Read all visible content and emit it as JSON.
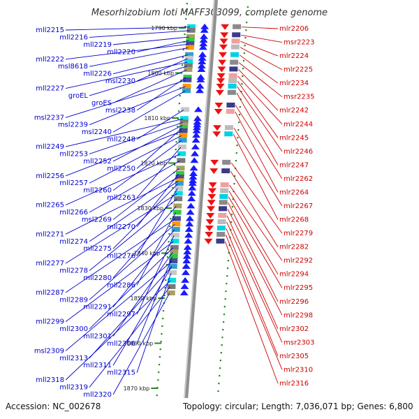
{
  "title": "Mesorhizobium loti MAFF303099, complete genome",
  "footer": {
    "accession": "Accession: NC_002678",
    "topology": "Topology: circular; Length: 7,036,071 bp; Genes: 6,800"
  },
  "colors": {
    "left_label": "#0000cc",
    "right_label": "#cc0000",
    "axis": "#909090",
    "tick": "#228b22"
  },
  "kbp_marks": [
    {
      "label": "1790 kbp",
      "kbp": 1790
    },
    {
      "label": "1800 kbp",
      "kbp": 1800
    },
    {
      "label": "1810 kbp",
      "kbp": 1810
    },
    {
      "label": "1820 kbp",
      "kbp": 1820
    },
    {
      "label": "1830 kbp",
      "kbp": 1830
    },
    {
      "label": "1840 kbp",
      "kbp": 1840
    },
    {
      "label": "1850 kbp",
      "kbp": 1850
    },
    {
      "label": "1860 kbp",
      "kbp": 1860
    },
    {
      "label": "1870 kbp",
      "kbp": 1870
    }
  ],
  "left_genes": [
    {
      "name": "mll2215",
      "kbp": 1789.8
    },
    {
      "name": "mll2216",
      "kbp": 1790.6
    },
    {
      "name": "mll2219",
      "kbp": 1792.0
    },
    {
      "name": "mll2220",
      "kbp": 1792.8
    },
    {
      "name": "mll2222",
      "kbp": 1793.6
    },
    {
      "name": "msl8618",
      "kbp": 1794.4
    },
    {
      "name": "mll2226",
      "kbp": 1796.0
    },
    {
      "name": "msl2230",
      "kbp": 1796.8
    },
    {
      "name": "mll2227",
      "kbp": 1797.6
    },
    {
      "name": "groEL",
      "kbp": 1798.5
    },
    {
      "name": "groES",
      "kbp": 1799.3
    },
    {
      "name": "msl2238",
      "kbp": 1801.0
    },
    {
      "name": "msl2237",
      "kbp": 1801.6
    },
    {
      "name": "msl2239",
      "kbp": 1803.0
    },
    {
      "name": "msl2240",
      "kbp": 1804.0
    },
    {
      "name": "mll2248",
      "kbp": 1808.2
    },
    {
      "name": "mll2249",
      "kbp": 1810.2
    },
    {
      "name": "mll2253",
      "kbp": 1811.0
    },
    {
      "name": "mll2252",
      "kbp": 1811.6
    },
    {
      "name": "mll2250",
      "kbp": 1812.2
    },
    {
      "name": "mll2256",
      "kbp": 1812.9
    },
    {
      "name": "mll2257",
      "kbp": 1813.9
    },
    {
      "name": "mll2260",
      "kbp": 1815.0
    },
    {
      "name": "mll2263",
      "kbp": 1816.5
    },
    {
      "name": "mll2265",
      "kbp": 1818.0
    },
    {
      "name": "mll2266",
      "kbp": 1819.5
    },
    {
      "name": "msl2269",
      "kbp": 1821.2
    },
    {
      "name": "mll2270",
      "kbp": 1822.4
    },
    {
      "name": "mll2271",
      "kbp": 1823.2
    },
    {
      "name": "mll2274",
      "kbp": 1824.0
    },
    {
      "name": "mll2275",
      "kbp": 1824.6
    },
    {
      "name": "mll2276",
      "kbp": 1825.6
    },
    {
      "name": "mll2277",
      "kbp": 1826.8
    },
    {
      "name": "mll2278",
      "kbp": 1828.0
    },
    {
      "name": "mll2280",
      "kbp": 1829.6
    },
    {
      "name": "mll2286",
      "kbp": 1831.0
    },
    {
      "name": "mll2287",
      "kbp": 1832.4
    },
    {
      "name": "mll2289",
      "kbp": 1833.6
    },
    {
      "name": "mll2291",
      "kbp": 1834.8
    },
    {
      "name": "mll2297",
      "kbp": 1836.1
    },
    {
      "name": "mll2299",
      "kbp": 1837.4
    },
    {
      "name": "mll2300",
      "kbp": 1838.8
    },
    {
      "name": "mll2301",
      "kbp": 1839.8
    },
    {
      "name": "mll2306",
      "kbp": 1840.8
    },
    {
      "name": "msl2309",
      "kbp": 1841.8
    },
    {
      "name": "mll2313",
      "kbp": 1843.0
    },
    {
      "name": "mll2311",
      "kbp": 1843.0
    },
    {
      "name": "mll2315",
      "kbp": 1844.4
    },
    {
      "name": "mll2318",
      "kbp": 1846.1
    },
    {
      "name": "mll2319",
      "kbp": 1847.5
    },
    {
      "name": "mll2320",
      "kbp": 1848.9
    }
  ],
  "right_genes": [
    {
      "name": "mlr2206",
      "kbp": 1789.8
    },
    {
      "name": "msr2223",
      "kbp": 1791.6
    },
    {
      "name": "mlr2224",
      "kbp": 1793.0
    },
    {
      "name": "mlr2225",
      "kbp": 1794.3
    },
    {
      "name": "mlr2234",
      "kbp": 1796.0
    },
    {
      "name": "msr2235",
      "kbp": 1797.7
    },
    {
      "name": "mlr2242",
      "kbp": 1799.2
    },
    {
      "name": "mlr2244",
      "kbp": 1800.7
    },
    {
      "name": "mlr2245",
      "kbp": 1801.8
    },
    {
      "name": "mlr2246",
      "kbp": 1803.0
    },
    {
      "name": "mlr2247",
      "kbp": 1804.4
    },
    {
      "name": "mlr2262",
      "kbp": 1807.2
    },
    {
      "name": "mlr2264",
      "kbp": 1808.6
    },
    {
      "name": "mlr2267",
      "kbp": 1812.2
    },
    {
      "name": "mlr2268",
      "kbp": 1813.6
    },
    {
      "name": "mlr2279",
      "kbp": 1819.9
    },
    {
      "name": "mlr2282",
      "kbp": 1821.8
    },
    {
      "name": "mlr2292",
      "kbp": 1824.9
    },
    {
      "name": "mlr2294",
      "kbp": 1826.2
    },
    {
      "name": "mlr2295",
      "kbp": 1827.5
    },
    {
      "name": "mlr2296",
      "kbp": 1828.8
    },
    {
      "name": "mlr2298",
      "kbp": 1830.2
    },
    {
      "name": "mlr2302",
      "kbp": 1831.7
    },
    {
      "name": "msr2303",
      "kbp": 1833.1
    },
    {
      "name": "mlr2305",
      "kbp": 1834.5
    },
    {
      "name": "mlr2310",
      "kbp": 1835.9
    },
    {
      "name": "mlr2316",
      "kbp": 1837.4
    }
  ]
}
